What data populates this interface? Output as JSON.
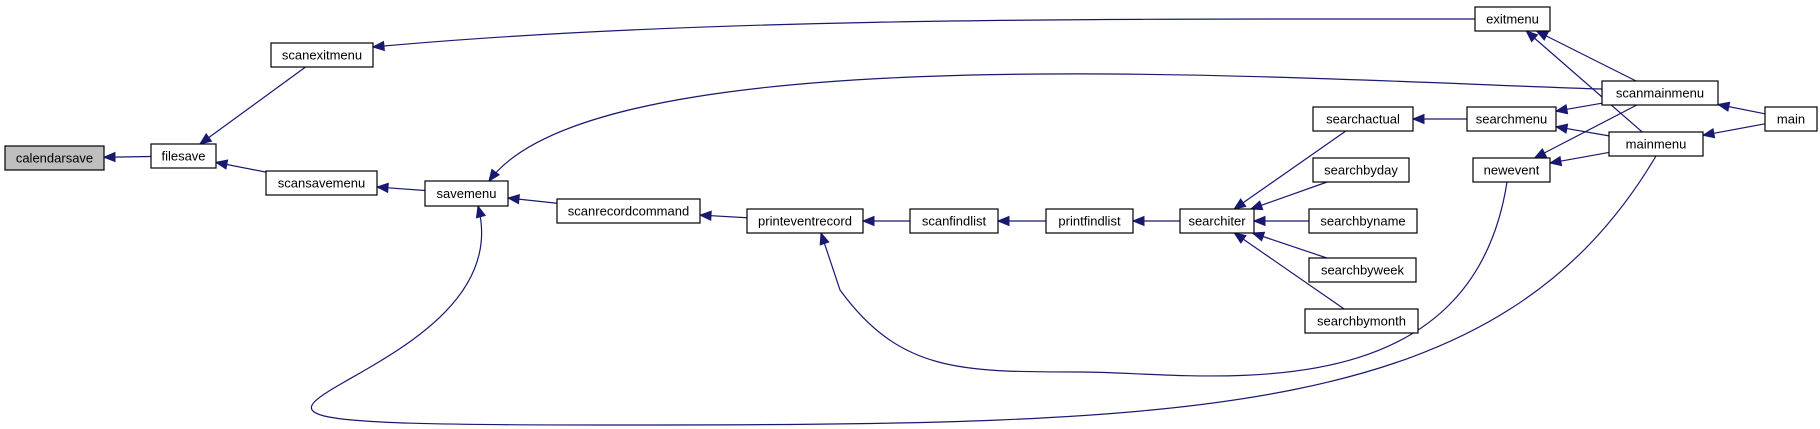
{
  "graph": {
    "direction": "right-to-left callers",
    "colors": {
      "edge": "#191970",
      "root_fill": "#bfbfbf",
      "node_fill": "#ffffff",
      "border": "#000000"
    },
    "nodes": [
      {
        "id": "calendarsave",
        "label": "calendarsave",
        "root": true
      },
      {
        "id": "filesave",
        "label": "filesave"
      },
      {
        "id": "scanexitmenu",
        "label": "scanexitmenu"
      },
      {
        "id": "scansavemenu",
        "label": "scansavemenu"
      },
      {
        "id": "savemenu",
        "label": "savemenu"
      },
      {
        "id": "scanrecordcommand",
        "label": "scanrecordcommand"
      },
      {
        "id": "printeventrecord",
        "label": "printeventrecord"
      },
      {
        "id": "scanfindlist",
        "label": "scanfindlist"
      },
      {
        "id": "printfindlist",
        "label": "printfindlist"
      },
      {
        "id": "searchiter",
        "label": "searchiter"
      },
      {
        "id": "searchactual",
        "label": "searchactual"
      },
      {
        "id": "searchbyday",
        "label": "searchbyday"
      },
      {
        "id": "searchbyname",
        "label": "searchbyname"
      },
      {
        "id": "searchbyweek",
        "label": "searchbyweek"
      },
      {
        "id": "searchbymonth",
        "label": "searchbymonth"
      },
      {
        "id": "searchmenu",
        "label": "searchmenu"
      },
      {
        "id": "newevent",
        "label": "newevent"
      },
      {
        "id": "exitmenu",
        "label": "exitmenu"
      },
      {
        "id": "scanmainmenu",
        "label": "scanmainmenu"
      },
      {
        "id": "mainmenu",
        "label": "mainmenu"
      },
      {
        "id": "main",
        "label": "main"
      }
    ],
    "edges": [
      {
        "from": "filesave",
        "to": "calendarsave"
      },
      {
        "from": "scanexitmenu",
        "to": "filesave"
      },
      {
        "from": "scansavemenu",
        "to": "filesave"
      },
      {
        "from": "exitmenu",
        "to": "scanexitmenu"
      },
      {
        "from": "savemenu",
        "to": "scansavemenu"
      },
      {
        "from": "scanmainmenu",
        "to": "savemenu"
      },
      {
        "from": "scanrecordcommand",
        "to": "savemenu"
      },
      {
        "from": "mainmenu",
        "to": "savemenu"
      },
      {
        "from": "printeventrecord",
        "to": "scanrecordcommand"
      },
      {
        "from": "scanfindlist",
        "to": "printeventrecord"
      },
      {
        "from": "newevent",
        "to": "printeventrecord"
      },
      {
        "from": "printfindlist",
        "to": "scanfindlist"
      },
      {
        "from": "searchiter",
        "to": "printfindlist"
      },
      {
        "from": "searchactual",
        "to": "searchiter"
      },
      {
        "from": "searchbyday",
        "to": "searchiter"
      },
      {
        "from": "searchbyname",
        "to": "searchiter"
      },
      {
        "from": "searchbyweek",
        "to": "searchiter"
      },
      {
        "from": "searchbymonth",
        "to": "searchiter"
      },
      {
        "from": "searchmenu",
        "to": "searchactual"
      },
      {
        "from": "scanmainmenu",
        "to": "searchmenu"
      },
      {
        "from": "mainmenu",
        "to": "searchmenu"
      },
      {
        "from": "scanmainmenu",
        "to": "newevent"
      },
      {
        "from": "mainmenu",
        "to": "newevent"
      },
      {
        "from": "scanmainmenu",
        "to": "exitmenu"
      },
      {
        "from": "mainmenu",
        "to": "exitmenu"
      },
      {
        "from": "main",
        "to": "scanmainmenu"
      },
      {
        "from": "main",
        "to": "mainmenu"
      }
    ]
  }
}
